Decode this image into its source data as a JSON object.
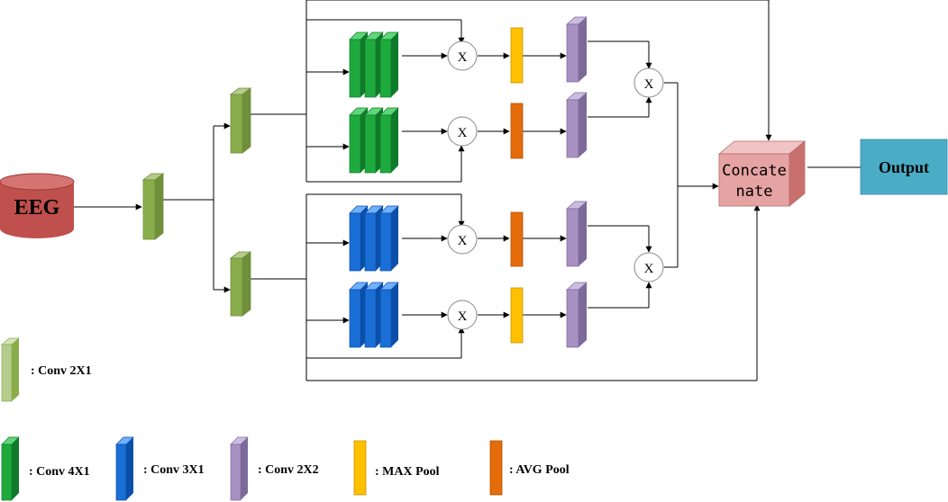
{
  "nodes": {
    "eeg": "EEG",
    "concatenate_line1": "Concate",
    "concatenate_line2": "nate",
    "output": "Output",
    "multiply_symbol": "X"
  },
  "legend": {
    "conv_2x1": ": Conv 2X1",
    "conv_4x1": ": Conv 4X1",
    "conv_3x1": ": Conv 3X1",
    "conv_2x2": ": Conv 2X2",
    "max_pool": ": MAX Pool",
    "avg_pool": ": AVG Pool"
  },
  "colors": {
    "conv_2x1": "#8aad4c",
    "conv_4x1": "#1faa3e",
    "conv_3x1": "#1a6fd6",
    "conv_2x2": "#a891c2",
    "max_pool": "#ffc000",
    "avg_pool": "#e46c0a",
    "eeg": "#c0504d",
    "concatenate": "#e6a3a3",
    "output": "#4bacc6"
  }
}
